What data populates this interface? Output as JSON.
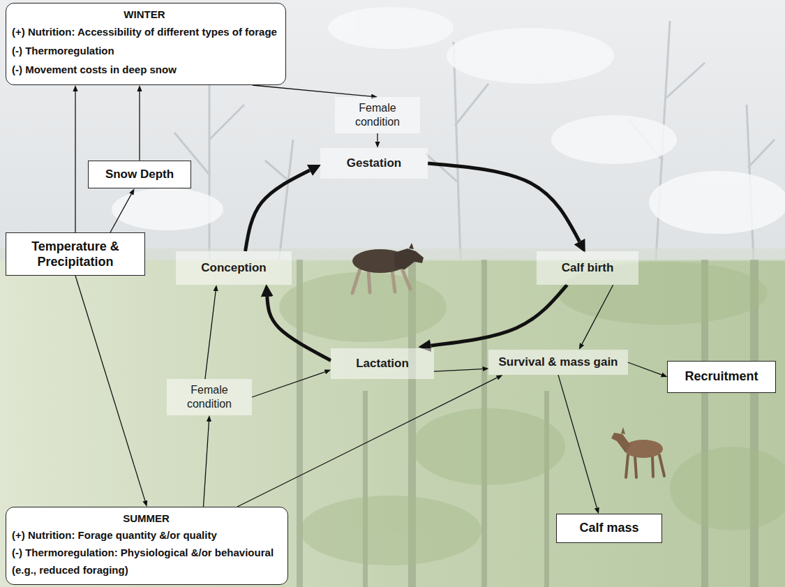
{
  "diagram": {
    "nodes": [
      {
        "text": [
          "WINTER",
          "(+) Nutrition: Accessibility of different types of forage",
          "(-) Thermoregulation",
          "(-) Movement costs in deep snow"
        ]
      },
      {
        "text": [
          "Female condition"
        ]
      },
      {
        "text": [
          "Snow Depth"
        ]
      },
      {
        "text": [
          "Gestation"
        ]
      },
      {
        "text": [
          "Temperature & Precipitation"
        ]
      },
      {
        "text": [
          "Conception"
        ]
      },
      {
        "text": [
          "Calf birth"
        ]
      },
      {
        "text": [
          "Female condition"
        ]
      },
      {
        "text": [
          "Lactation"
        ]
      },
      {
        "text": [
          "Survival & mass gain"
        ]
      },
      {
        "text": [
          "Recruitment"
        ]
      },
      {
        "text": [
          "Calf mass"
        ]
      },
      {
        "text": [
          "SUMMER",
          "(+) Nutrition: Forage quantity &/or quality",
          "(-) Thermoregulation: Physiological &/or behavioural (e.g., reduced foraging)"
        ]
      }
    ],
    "edges": [
      {
        "from": 4,
        "to": 0,
        "arrow": "to"
      },
      {
        "from": 4,
        "to": 2,
        "arrow": "to"
      },
      {
        "from": 2,
        "to": 0,
        "arrow": "to"
      },
      {
        "from": 0,
        "to": 1,
        "arrow": "to"
      },
      {
        "from": 1,
        "to": 3,
        "arrow": "to"
      },
      {
        "from": 4,
        "to": 12,
        "arrow": "to"
      },
      {
        "from": 12,
        "to": 7,
        "arrow": "to"
      },
      {
        "from": 12,
        "to": 9,
        "arrow": "to"
      },
      {
        "from": 7,
        "to": 5,
        "arrow": "to"
      },
      {
        "from": 7,
        "to": 8,
        "arrow": "to"
      },
      {
        "from": 8,
        "to": 9,
        "arrow": "to"
      },
      {
        "from": 6,
        "to": 9,
        "arrow": "to"
      },
      {
        "from": 9,
        "to": 10,
        "arrow": "to"
      },
      {
        "from": 9,
        "to": 11,
        "arrow": "to"
      },
      {
        "from": 5,
        "to": 3,
        "arrow": "to"
      },
      {
        "from": 3,
        "to": 6,
        "arrow": "to"
      },
      {
        "from": 6,
        "to": 8,
        "arrow": "to"
      },
      {
        "from": 8,
        "to": 5,
        "arrow": "to"
      }
    ]
  }
}
